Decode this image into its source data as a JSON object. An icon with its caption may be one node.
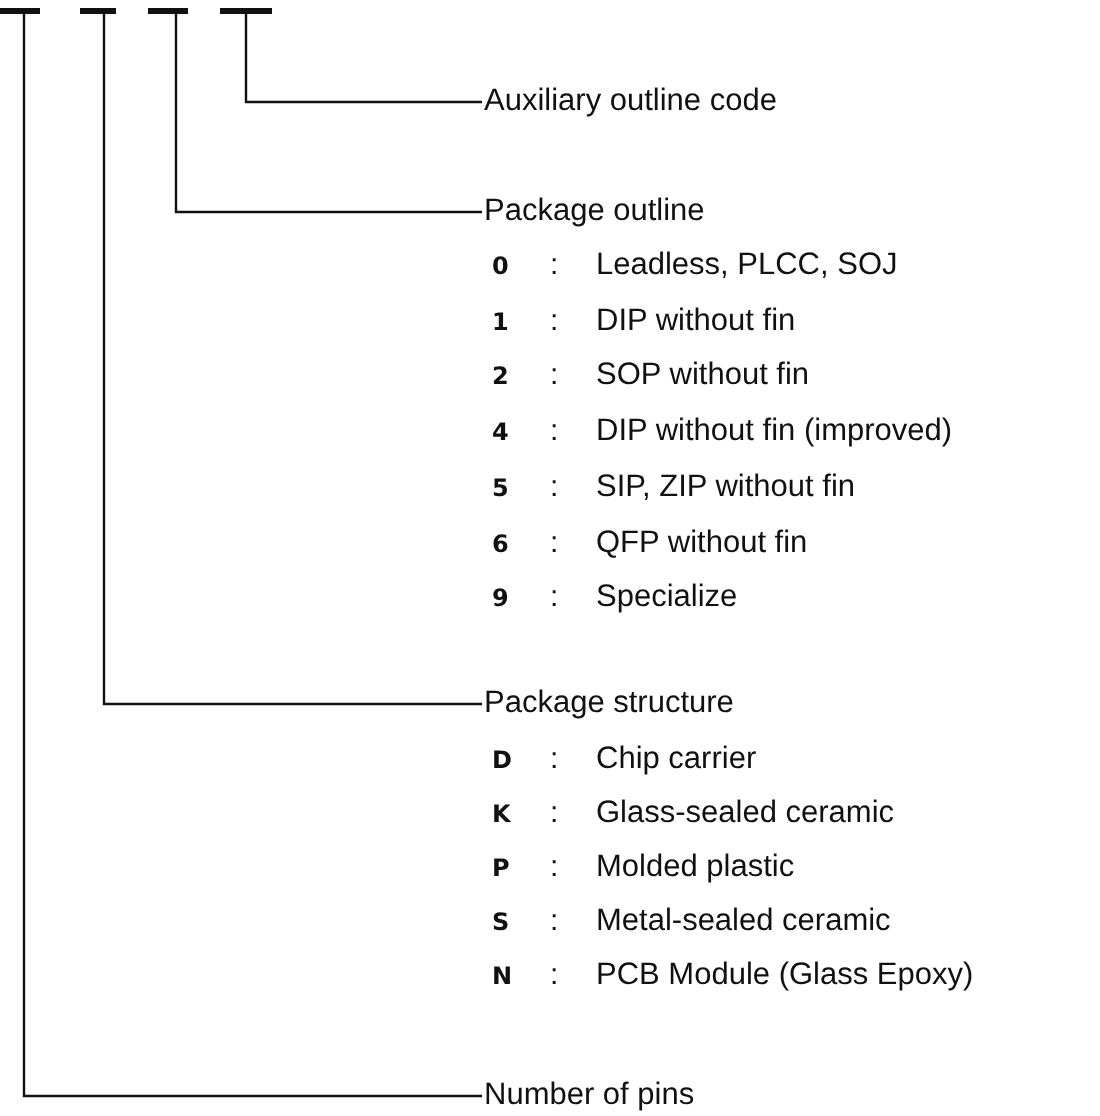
{
  "diagram": {
    "nodes": [
      {
        "text": [],
        "shape": "bar"
      },
      {
        "text": [],
        "shape": "bar"
      },
      {
        "text": [],
        "shape": "bar"
      },
      {
        "text": [],
        "shape": "bar"
      },
      {
        "text": [
          "Auxiliary outline code"
        ]
      },
      {
        "text": [
          "Package outline"
        ]
      },
      {
        "text": [
          "Package structure"
        ]
      },
      {
        "text": [
          "Number of pins"
        ]
      }
    ],
    "edges": [
      {
        "from": 4,
        "to": 3,
        "arrow": "none"
      },
      {
        "from": 5,
        "to": 2,
        "arrow": "none"
      },
      {
        "from": 6,
        "to": 1,
        "arrow": "none"
      },
      {
        "from": 7,
        "to": 0,
        "arrow": "none"
      }
    ],
    "labels": [
      "0",
      ":",
      "Leadless, PLCC, SOJ",
      "1",
      ":",
      "DIP without fin",
      "2",
      ":",
      "SOP without fin",
      "4",
      ":",
      "DIP without fin (improved)",
      "5",
      ":",
      "SIP, ZIP without fin",
      "6",
      ":",
      "QFP without fin",
      "9",
      ":",
      "Specialize",
      "D",
      ":",
      "Chip carrier",
      "K",
      ":",
      "Glass-sealed ceramic",
      "P",
      ":",
      "Molded plastic",
      "S",
      ":",
      "Metal-sealed ceramic",
      "N",
      ":",
      "PCB Module (Glass Epoxy)"
    ]
  }
}
